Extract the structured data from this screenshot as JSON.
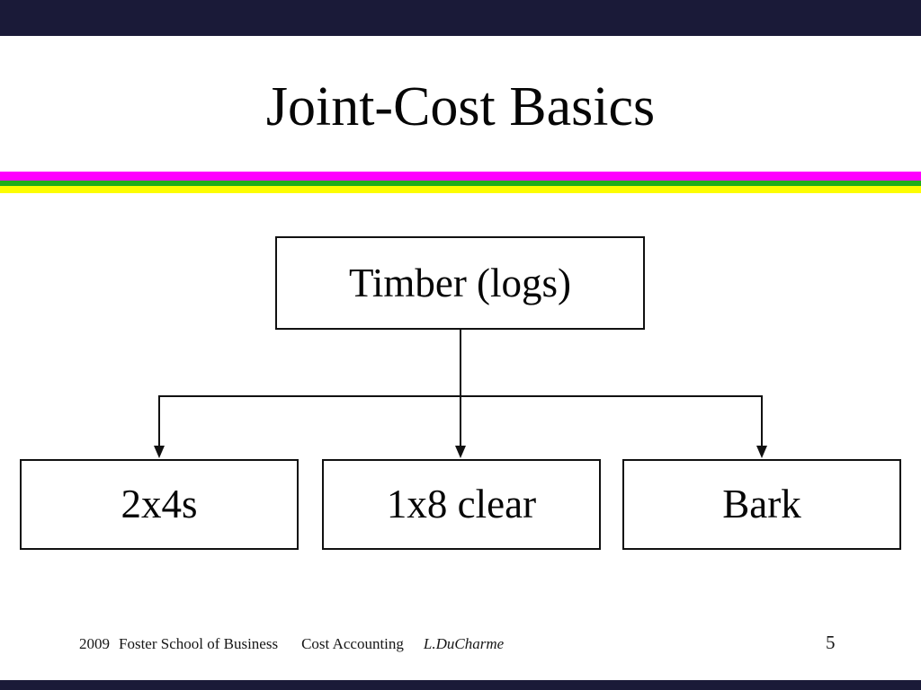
{
  "slide": {
    "title": "Joint-Cost Basics",
    "diagram": {
      "root_label": "Timber (logs)",
      "children": [
        {
          "label": "2x4s"
        },
        {
          "label": "1x8 clear"
        },
        {
          "label": "Bark"
        }
      ]
    },
    "footer": {
      "year": "2009",
      "organization": "Foster School of Business",
      "course": "Cost Accounting",
      "author": "L.DuCharme",
      "page_number": "5"
    },
    "decorations": {
      "stripe_colors": [
        "#ff00ff",
        "#21ad1b",
        "#fdfd00"
      ],
      "letterbox_color": "#1a1a38",
      "line_color": "#111111",
      "background_color": "#ffffff"
    }
  }
}
